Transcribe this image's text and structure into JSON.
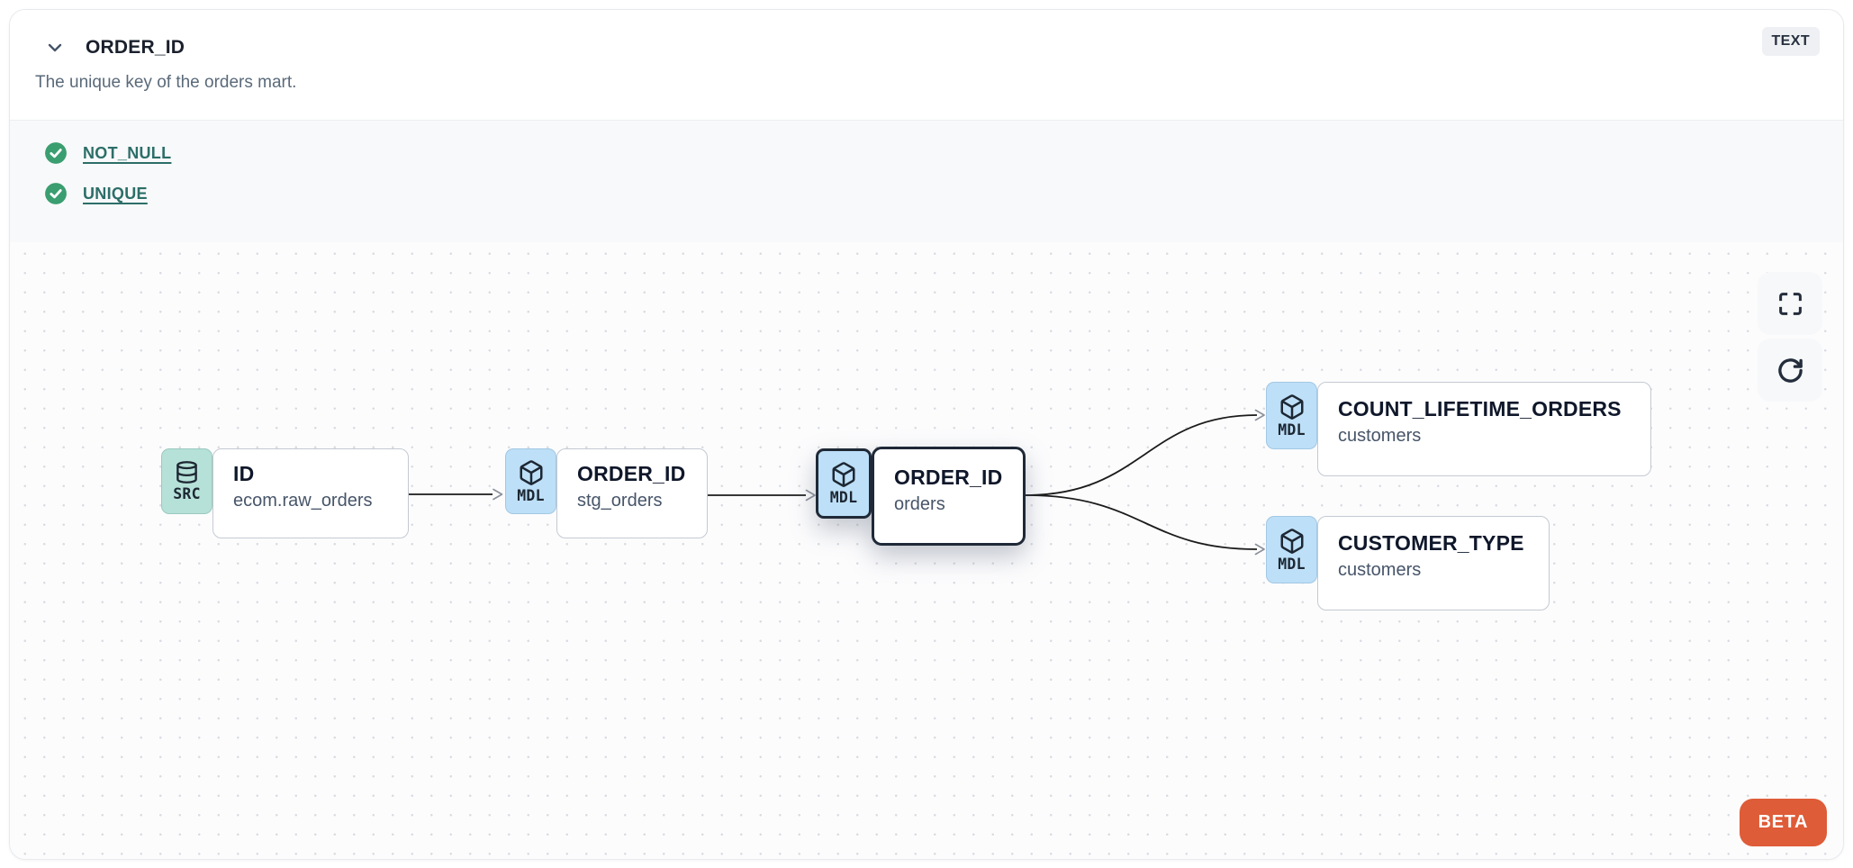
{
  "header": {
    "title": "ORDER_ID",
    "description": "The unique key of the orders mart.",
    "type_badge": "TEXT",
    "collapse_icon": "chevron-down-icon"
  },
  "checks": {
    "items": [
      {
        "status": "pass",
        "label": "NOT_NULL"
      },
      {
        "status": "pass",
        "label": "UNIQUE"
      }
    ]
  },
  "lineage": {
    "nodes": [
      {
        "badge": "SRC",
        "icon": "database",
        "title": "ID",
        "subtitle": "ecom.raw_orders",
        "selected": false
      },
      {
        "badge": "MDL",
        "icon": "box",
        "title": "ORDER_ID",
        "subtitle": "stg_orders",
        "selected": false
      },
      {
        "badge": "MDL",
        "icon": "box",
        "title": "ORDER_ID",
        "subtitle": "orders",
        "selected": true
      },
      {
        "badge": "MDL",
        "icon": "box",
        "title": "COUNT_LIFETIME_ORDERS",
        "subtitle": "customers",
        "selected": false
      },
      {
        "badge": "MDL",
        "icon": "box",
        "title": "CUSTOMER_TYPE",
        "subtitle": "customers",
        "selected": false
      }
    ],
    "edges": [
      {
        "from": "ID (ecom.raw_orders)",
        "to": "ORDER_ID (stg_orders)"
      },
      {
        "from": "ORDER_ID (stg_orders)",
        "to": "ORDER_ID (orders)"
      },
      {
        "from": "ORDER_ID (orders)",
        "to": "COUNT_LIFETIME_ORDERS (customers)"
      },
      {
        "from": "ORDER_ID (orders)",
        "to": "CUSTOMER_TYPE (customers)"
      }
    ],
    "controls": {
      "fullscreen_icon": "maximize",
      "refresh_icon": "rotate-cw"
    },
    "beta_label": "BETA"
  },
  "colors": {
    "src_badge_bg": "#b6e1d8",
    "mdl_badge_bg": "#bddff7",
    "selected_border": "#1f2937",
    "check_green": "#3a9e70",
    "link_teal": "#2c6e68",
    "beta_orange": "#de5c38",
    "type_badge_bg": "#eef0f3",
    "checks_section_bg": "#f8f9fa",
    "canvas_dot": "#d9dce1"
  }
}
